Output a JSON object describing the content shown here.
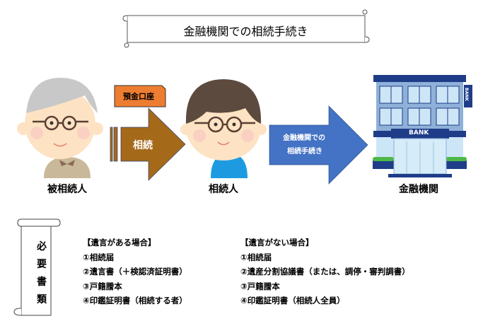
{
  "title": "金融機関での相続手続き",
  "people": {
    "decedent_label": "被相続人",
    "heir_label": "相続人"
  },
  "account_tag": "預金口座",
  "inherit_arrow_label": "相続",
  "bank_arrow_label": [
    "金融機関での",
    "相続手続き"
  ],
  "bank": {
    "label": "金融機関",
    "sign_text": "BANK",
    "side_sign_text": "BANK"
  },
  "documents": {
    "heading_chars": [
      "必",
      "要",
      "書",
      "類"
    ],
    "with_will": {
      "heading": "【遺言がある場合】",
      "items": [
        "①相続届",
        "②遺言書（＋検認済証明書）",
        "③戸籍謄本",
        "④印鑑証明書（相続する者）"
      ]
    },
    "without_will": {
      "heading": "【遺言がない場合】",
      "items": [
        "①相続届",
        "②遺産分割協議書（または、調停・審判調書）",
        "③戸籍謄本",
        "④印鑑証明書（相続人全員）"
      ]
    }
  },
  "colors": {
    "inherit_arrow": "#A5691A",
    "bank_arrow": "#4472C4",
    "account_tag": "#ED7D31",
    "bank_navy": "#1F3C88"
  }
}
